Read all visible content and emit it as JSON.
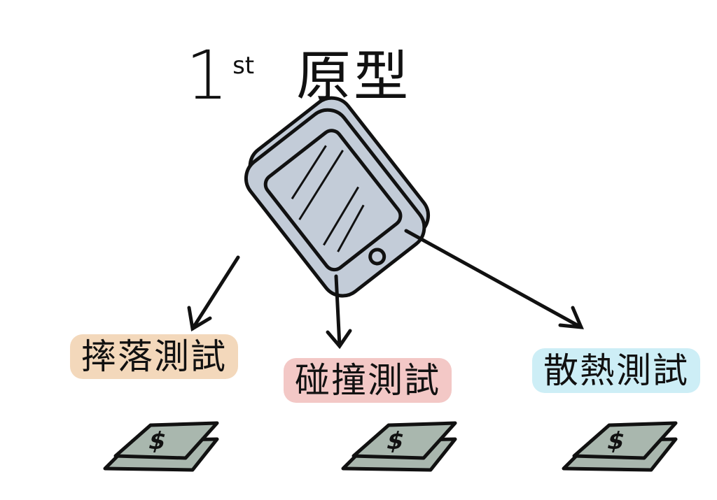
{
  "title": {
    "number": "1",
    "superscript": "st",
    "text": "原型"
  },
  "tests": [
    {
      "label": "摔落測試",
      "highlight": "#f3d8bb"
    },
    {
      "label": "碰撞測試",
      "highlight": "#f3c8c6"
    },
    {
      "label": "散熱測試",
      "highlight": "#cdeef6"
    }
  ],
  "colors": {
    "phone": "#c3ccd8",
    "money": "#a9b7ae",
    "ink": "#111111"
  },
  "money_symbol": "$"
}
